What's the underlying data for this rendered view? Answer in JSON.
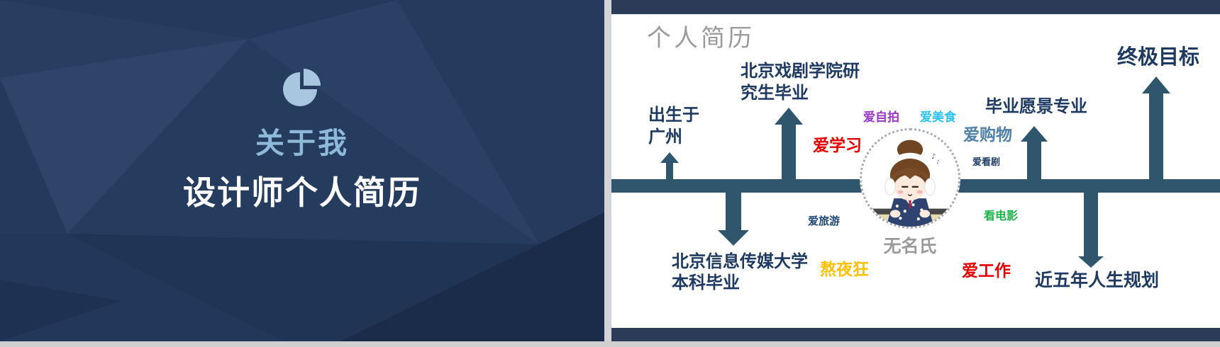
{
  "slide": {
    "left_panel": {
      "icon_name": "pie-chart-icon",
      "title": "关于我",
      "subtitle": "设计师个人简历",
      "colors": {
        "background": "#243a5d",
        "title": "#8fb9d9",
        "subtitle": "#ffffff",
        "icon": "#a9c6e0"
      }
    },
    "right_panel": {
      "header": "个人简历",
      "header_color": "#9b9b9b",
      "person_name": "无名氏",
      "avatar": "girl-cartoon-illustration",
      "text_color": "#1e3a63",
      "timeline": {
        "bar_color": "#2f566c",
        "milestones_above": [
          {
            "label": "出生于广州"
          },
          {
            "label": "北京戏剧学院研究生毕业"
          },
          {
            "label": "毕业愿景专业"
          },
          {
            "label": "终极目标"
          }
        ],
        "milestones_below": [
          {
            "label": "北京信息传媒大学本科毕业"
          },
          {
            "label": "近五年人生规划"
          }
        ]
      },
      "hobbies": [
        {
          "label": "爱自拍",
          "color": "#9a36c9"
        },
        {
          "label": "爱美食",
          "color": "#2fc1f0"
        },
        {
          "label": "爱学习",
          "color": "#e60000"
        },
        {
          "label": "爱购物",
          "color": "#4f81a9"
        },
        {
          "label": "爱看剧",
          "color": "#1e3a63"
        },
        {
          "label": "爱旅游",
          "color": "#1e4976"
        },
        {
          "label": "看电影",
          "color": "#21b14c"
        },
        {
          "label": "熬夜狂",
          "color": "#ffc000"
        },
        {
          "label": "爱工作",
          "color": "#e60000"
        }
      ]
    }
  }
}
